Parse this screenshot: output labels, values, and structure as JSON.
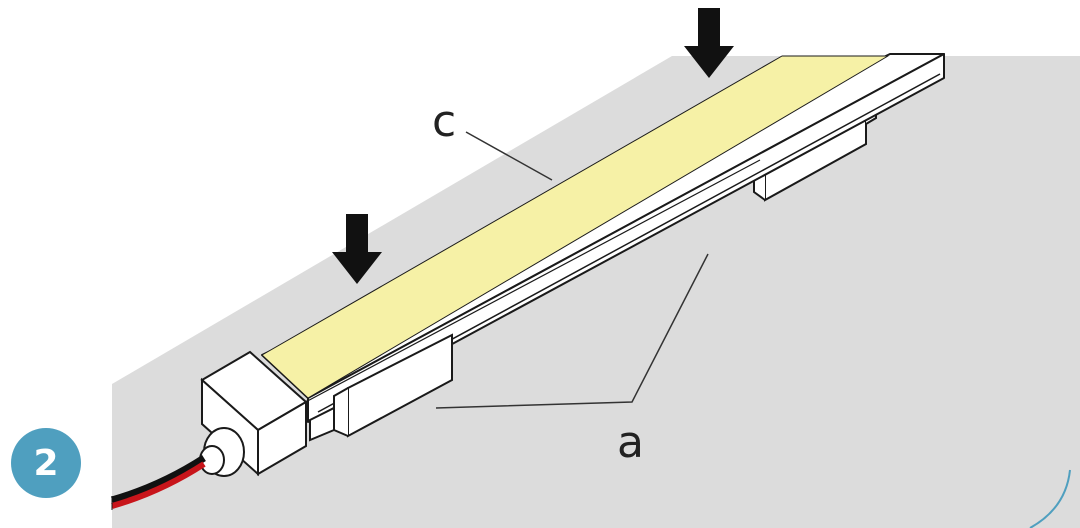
{
  "step": {
    "number": "2"
  },
  "labels": {
    "c": "c",
    "a": "a"
  },
  "colors": {
    "step_badge": "#4f9fbf",
    "surface": "#dcdcdc",
    "surface_edge": "#4f9fbf",
    "diffuser": "#f6f1a6",
    "profile": "#ffffff",
    "outline": "#1a1a1a",
    "arrow": "#111111",
    "cable_red": "#c8151b",
    "cable_black": "#111111"
  },
  "icons": [
    "down-arrow-icon",
    "down-arrow-icon"
  ]
}
